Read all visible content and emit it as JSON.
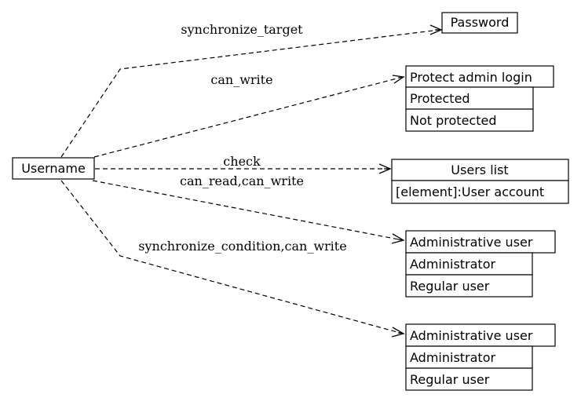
{
  "nodes": {
    "username": {
      "label": "Username"
    },
    "password": {
      "label": "Password"
    },
    "protect_admin_login": {
      "label": "Protect admin login",
      "options": [
        "Protected",
        "Not protected"
      ]
    },
    "users_list": {
      "label": "Users list",
      "element": "[element]:User account"
    },
    "administrative_user_1": {
      "label": "Administrative user",
      "options": [
        "Administrator",
        "Regular user"
      ]
    },
    "administrative_user_2": {
      "label": "Administrative user",
      "options": [
        "Administrator",
        "Regular user"
      ]
    }
  },
  "edges": {
    "to_password": "synchronize_target",
    "to_protect": "can_write",
    "to_users_list": "check",
    "to_admin_1": "can_read,can_write",
    "to_admin_2": "synchronize_condition,can_write"
  }
}
